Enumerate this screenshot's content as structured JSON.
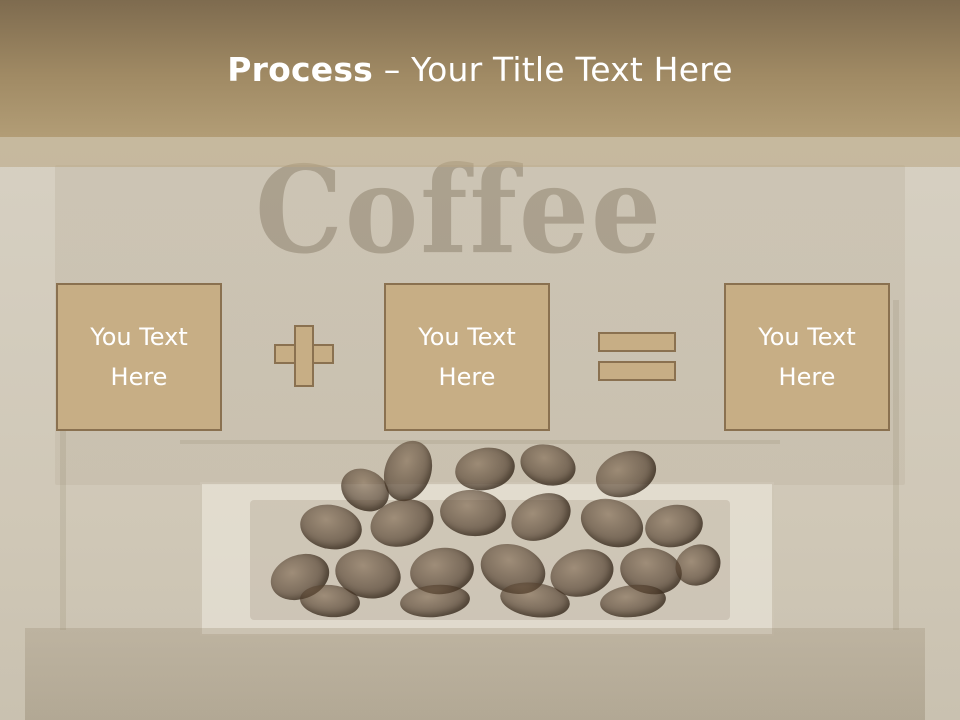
{
  "slide": {
    "title_bold": "Process",
    "title_rest": " – Your Title Text Here",
    "background_word": "Coffee"
  },
  "process": {
    "boxes": [
      {
        "label": "You Text Here"
      },
      {
        "label": "You Text Here"
      },
      {
        "label": "You Text Here"
      }
    ],
    "operators": [
      "plus",
      "equals"
    ]
  },
  "colors": {
    "header_top": "#7e6b4f",
    "header_bottom": "#b29d76",
    "box_fill": "#c7ae85",
    "box_border": "#8a7150",
    "text": "#ffffff"
  }
}
